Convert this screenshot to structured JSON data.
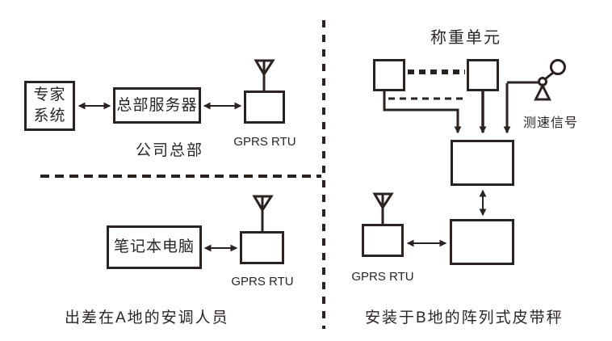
{
  "diagram": {
    "hq": {
      "expert_system_label": "专家\n系统",
      "server_label": "总部服务器",
      "caption": "公司总部",
      "gprs_rtu_label": "GPRS RTU"
    },
    "site_a": {
      "laptop_label": "笔记本电脑",
      "gprs_rtu_label": "GPRS RTU",
      "caption": "出差在A地的安调人员"
    },
    "site_b": {
      "weighing_unit_title": "称重单元",
      "speed_signal_label": "测速信号",
      "gprs_rtu_label": "GPRS RTU",
      "caption": "安装于B地的阵列式皮带秤"
    },
    "colors": {
      "stroke": "#2b2320",
      "text": "#2b2523",
      "background": "#ffffff"
    }
  }
}
